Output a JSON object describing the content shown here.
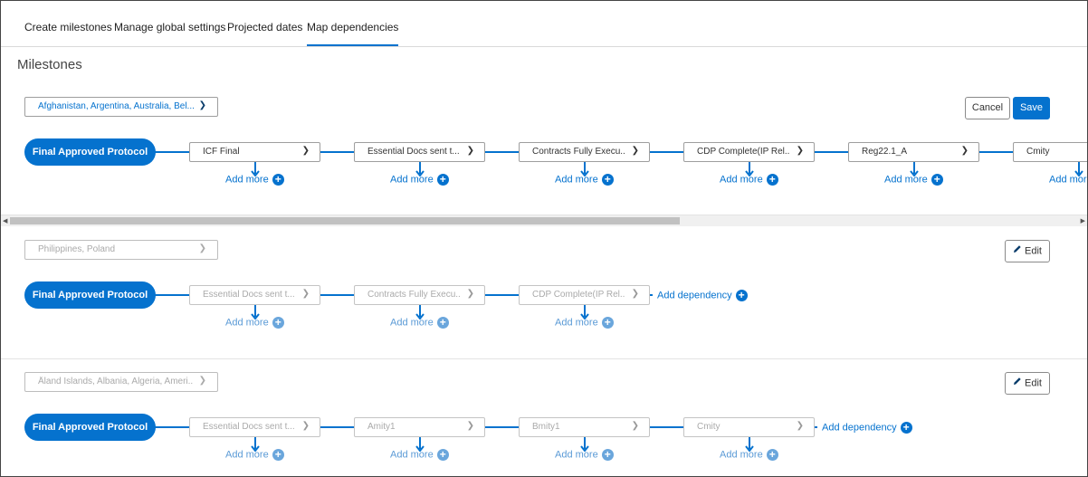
{
  "tabs": [
    {
      "label": "Create milestones",
      "active": false
    },
    {
      "label": "Manage global settings",
      "active": false
    },
    {
      "label": "Projected dates",
      "active": false
    },
    {
      "label": "Map dependencies",
      "active": true
    }
  ],
  "section_title": "Milestones",
  "groups": [
    {
      "countries": "Afghanistan, Argentina, Australia, Bel...",
      "editable": true,
      "actions": {
        "cancel": "Cancel",
        "save": "Save"
      },
      "root": "Final Approved Protocol",
      "milestones": [
        "ICF Final",
        "Essential Docs sent t...",
        "Contracts Fully Execu...",
        "CDP Complete(IP Rel...",
        "Reg22.1_A",
        "Cmity"
      ],
      "add_more": "Add more"
    },
    {
      "countries": "Philippines, Poland",
      "editable": false,
      "actions": {
        "edit": "Edit"
      },
      "root": "Final Approved Protocol",
      "milestones": [
        "Essential Docs sent t...",
        "Contracts Fully Execu...",
        "CDP Complete(IP Rel..."
      ],
      "add_more": "Add more",
      "add_dependency": "Add dependency"
    },
    {
      "countries": "Åland Islands, Albania, Algeria, Ameri...",
      "editable": false,
      "actions": {
        "edit": "Edit"
      },
      "root": "Final Approved Protocol",
      "milestones": [
        "Essential Docs sent t...",
        "Amity1",
        "Bmity1",
        "Cmity"
      ],
      "add_more": "Add more",
      "add_dependency": "Add dependency"
    }
  ],
  "icons": {
    "chevron": "chevron-down-icon",
    "plus": "plus-circle-icon",
    "arrow": "arrow-down-icon",
    "pencil": "pencil-icon"
  },
  "colors": {
    "accent": "#0572ce",
    "disabled_text": "#aaaaaa"
  }
}
